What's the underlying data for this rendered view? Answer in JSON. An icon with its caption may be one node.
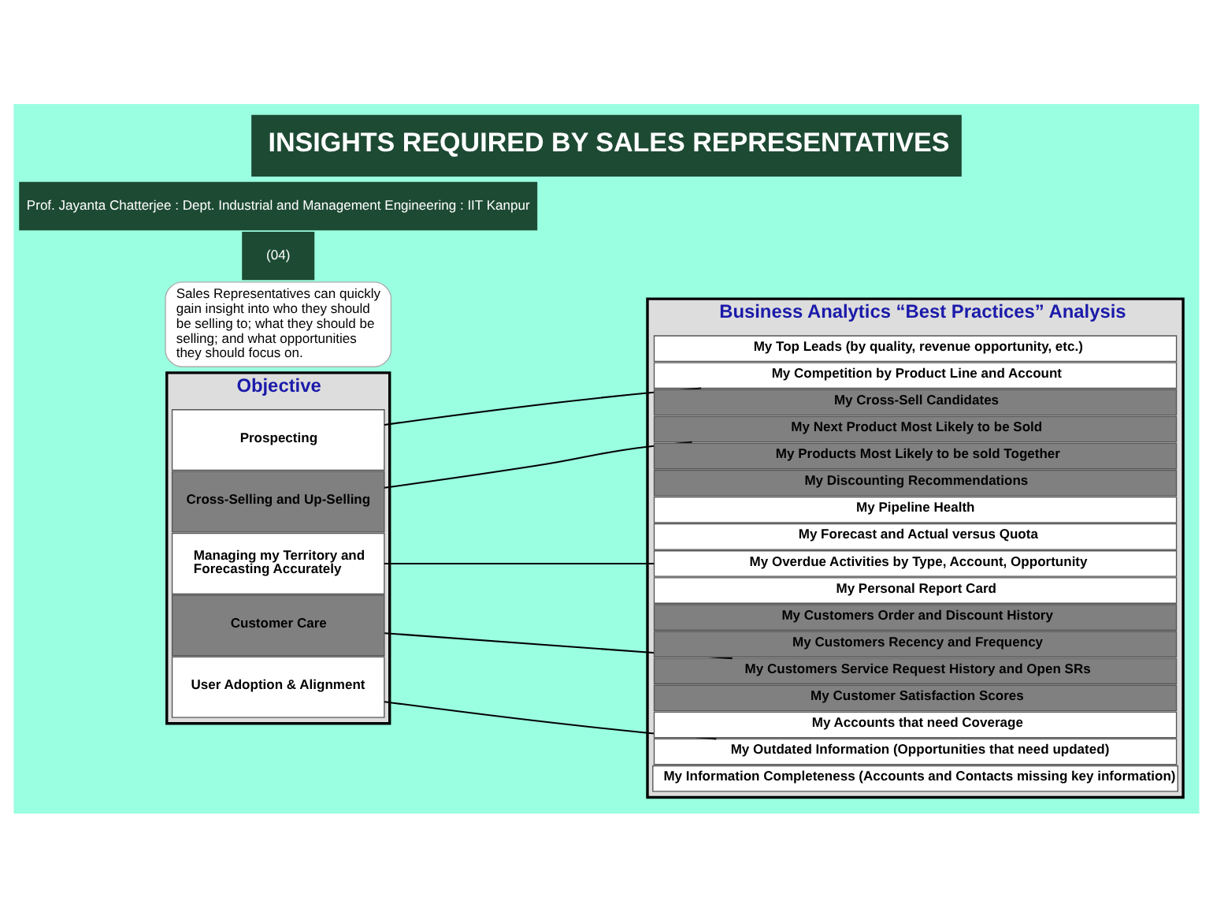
{
  "diagram": {
    "title": "INSIGHTS REQUIRED BY SALES REPRESENTATIVES",
    "nodes": [
      {
        "text": [
          "Objective"
        ]
      },
      {
        "text": [
          "Prospecting"
        ],
        "in": 0
      },
      {
        "text": [
          "Cross-Selling and Up-Selling"
        ],
        "in": 0
      },
      {
        "text": [
          "Managing my Territory and Forecasting Accurately"
        ],
        "in": 0
      },
      {
        "text": [
          "Customer Care"
        ],
        "in": 0
      },
      {
        "text": [
          "User Adoption & Alignment"
        ],
        "in": 0
      },
      {
        "text": [
          "Business Analytics “Best Practices” Analysis"
        ]
      },
      {
        "text": [
          "My Top Leads (by quality, revenue opportunity, etc.)"
        ],
        "in": 6
      },
      {
        "text": [
          "My Competition by Product Line and Account"
        ],
        "in": 6
      },
      {
        "text": [
          "My Cross-Sell Candidates"
        ],
        "in": 6
      },
      {
        "text": [
          "My Next Product Most Likely to be Sold"
        ],
        "in": 6
      },
      {
        "text": [
          "My Products Most Likely to be sold Together"
        ],
        "in": 6
      },
      {
        "text": [
          "My Discounting Recommendations"
        ],
        "in": 6
      },
      {
        "text": [
          "My Pipeline Health"
        ],
        "in": 6
      },
      {
        "text": [
          "My Forecast and Actual versus Quota"
        ],
        "in": 6
      },
      {
        "text": [
          "My Overdue Activities by Type, Account, Opportunity"
        ],
        "in": 6
      },
      {
        "text": [
          "My Personal Report Card"
        ],
        "in": 6
      },
      {
        "text": [
          "My Customers Order and Discount History"
        ],
        "in": 6
      },
      {
        "text": [
          "My Customers Recency and Frequency"
        ],
        "in": 6
      },
      {
        "text": [
          "My Customers Service Request History and Open SRs"
        ],
        "in": 6
      },
      {
        "text": [
          "My Customer Satisfaction Scores"
        ],
        "in": 6
      },
      {
        "text": [
          "My Accounts that need Coverage"
        ],
        "in": 6
      },
      {
        "text": [
          "My Outdated Information (Opportunities that need updated)"
        ],
        "in": 6
      },
      {
        "text": [
          "My Information Completeness (Accounts and Contacts missing key information)"
        ],
        "in": 6
      },
      {
        "text": [
          "Sales Representatives can quickly gain insight into who they should be selling to; what they should be selling; and what opportunities they should focus on."
        ]
      }
    ],
    "edges": [
      {
        "from": 1,
        "to": 8,
        "arrow": "none"
      },
      {
        "from": 2,
        "to": 10,
        "arrow": "none"
      },
      {
        "from": 3,
        "to": 15,
        "arrow": "none"
      },
      {
        "from": 4,
        "to": 19,
        "arrow": "none"
      },
      {
        "from": 5,
        "to": 22,
        "arrow": "none"
      }
    ],
    "labels": [
      "Prof. Jayanta Chatterjee : Dept. Industrial and Management Engineering : IIT Kanpur",
      "(04)"
    ]
  }
}
